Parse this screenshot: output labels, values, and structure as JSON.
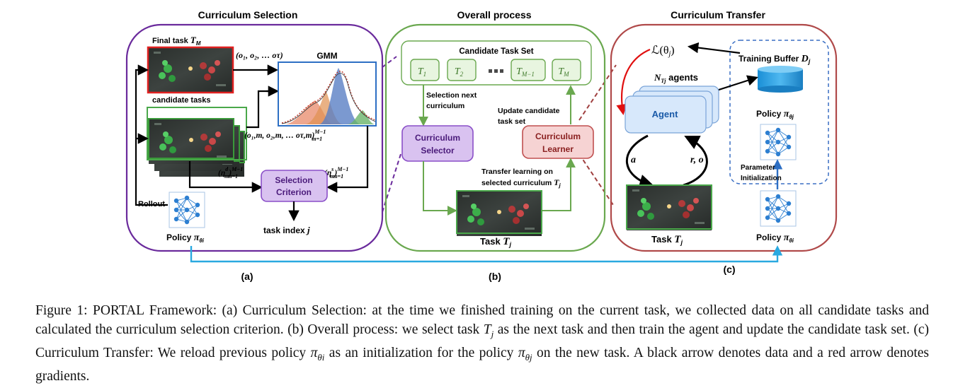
{
  "panel_a": {
    "title": "Curriculum Selection",
    "final_task_label": "Final task ",
    "final_task_symbol": "T",
    "final_task_sub": "M",
    "obs_final": "(o₁, o₂, … oτ)",
    "gmm_label": "GMM",
    "candidate_label": "candidate tasks",
    "obs_candidates": "(o₁,m, o₂,m, … oτ,m)",
    "obs_candidates_range": "M−1",
    "obs_candidates_start": "m=1",
    "eta_d": "(η",
    "eta_d_sup": "d",
    "eta_d_sub": "m",
    "eta_range_sup": "M−1",
    "eta_range_sub": "m=1",
    "eta_s_sup": "s",
    "selection_criterion_l1": "Selection",
    "selection_criterion_l2": "Criterion",
    "rollout_label": "Rollout",
    "policy_label": "Policy ",
    "policy_symbol": "π",
    "policy_sub": "θi",
    "task_index_label": "task index ",
    "task_index_symbol": "j",
    "panel_tag": "(a)"
  },
  "panel_b": {
    "title": "Overall process",
    "candidate_set_label": "Candidate Task Set",
    "tasks": [
      "T₁",
      "T₂",
      "Tₘ₋₁",
      "Tₘ"
    ],
    "task_items": [
      {
        "main": "T",
        "sub": "1"
      },
      {
        "main": "T",
        "sub": "2"
      },
      {
        "main": "T",
        "sub": "M−1"
      },
      {
        "main": "T",
        "sub": "M"
      }
    ],
    "selection_next_l1": "Selection next",
    "selection_next_l2": "curriculum",
    "update_set_l1": "Update candidate",
    "update_set_l2": "task set",
    "selector_l1": "Curriculum",
    "selector_l2": "Selector",
    "learner_l1": "Curriculum",
    "learner_l2": "Learner",
    "transfer_l1": "Transfer learning on",
    "transfer_l2": "selected curriculum ",
    "task_label": "Task ",
    "task_symbol": "T",
    "task_sub": "j",
    "panel_tag": "(b)"
  },
  "panel_c": {
    "title": "Curriculum Transfer",
    "loss_label": "ℒ(θ",
    "loss_sub": "j",
    "training_buffer_label": "Training Buffer ",
    "buffer_symbol": "D",
    "buffer_sub": "j",
    "agents_label_prefix": "N",
    "agents_label_sub": "Tj",
    "agents_label_suffix": " agents",
    "agent_label": "Agent",
    "action_label": "a",
    "reward_obs_label": "r, o",
    "policy_j_label": "Policy ",
    "policy_j_sub": "θj",
    "param_init_l1": "Parameter",
    "param_init_l2": "Initialization",
    "task_label": "Task ",
    "task_symbol": "T",
    "task_sub": "j",
    "policy_i_label": "Policy ",
    "policy_i_sub": "θi",
    "panel_tag": "(c)"
  },
  "caption": {
    "text_1": "Figure 1: PORTAL Framework: (a) Curriculum Selection: at the time we finished training on the current task, we collected data on all candidate tasks and calculated the curriculum selection criterion. (b) Overall process: we select task ",
    "sym_T": "T",
    "sub_j": "j",
    "text_2": " as the next task and then train the agent and update the candidate task set. (c) Curriculum Transfer: We reload previous policy ",
    "sym_pi": "π",
    "sub_theta_i": "θi",
    "text_3": " as an initialization for the policy ",
    "sub_theta_j": "θj",
    "text_4": " on the new task. A black arrow denotes data and a red arrow denotes gradients."
  },
  "colors": {
    "panel_a_border": "#6a2a9c",
    "panel_b_border": "#6aa84f",
    "panel_c_border": "#b04a4a",
    "purple_fill": "#d9c2f0",
    "green_fill": "#e8f5e0",
    "red_fill": "#f6d3d3",
    "agent_fill": "#d7e8fb",
    "blue_link": "#2aa9e0"
  }
}
